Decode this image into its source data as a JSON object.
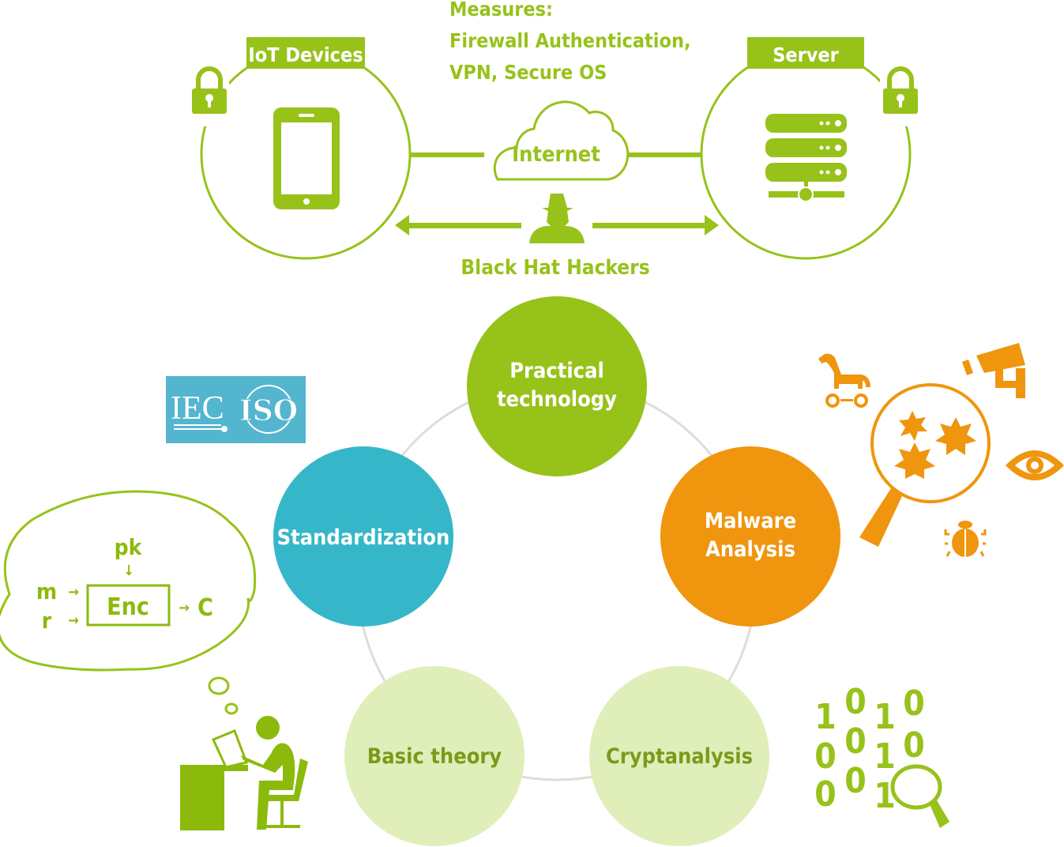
{
  "colors": {
    "green": "#97c21a",
    "orange": "#f0950e",
    "teal": "#36b7c9",
    "pale": "#e0efb9",
    "pale_text": "#7a9a1c",
    "ring": "#dddddd"
  },
  "network": {
    "measures_title": "Measures:",
    "measures_line1": "Firewall Authentication,",
    "measures_line2": "VPN, Secure OS",
    "iot_label": "IoT Devices",
    "server_label": "Server",
    "internet_label": "Internet",
    "hackers_label": "Black Hat Hackers"
  },
  "circles": {
    "practical_1": "Practical",
    "practical_2": "technology",
    "malware_1": "Malware",
    "malware_2": "Analysis",
    "standardization": "Standardization",
    "basic": "Basic theory",
    "crypt": "Cryptanalysis"
  },
  "logo": {
    "iec": "IEC",
    "iso": "ISO"
  },
  "encryption": {
    "pk": "pk",
    "m": "m",
    "r": "r",
    "enc": "Enc",
    "c": "C",
    "arrow_right": "→",
    "arrow_down": "↓"
  },
  "binary": {
    "r1": [
      "1",
      "0",
      "1",
      "0"
    ],
    "r2": [
      "0",
      "0",
      "1",
      "0"
    ],
    "r3": [
      "0",
      "0",
      "1"
    ]
  }
}
